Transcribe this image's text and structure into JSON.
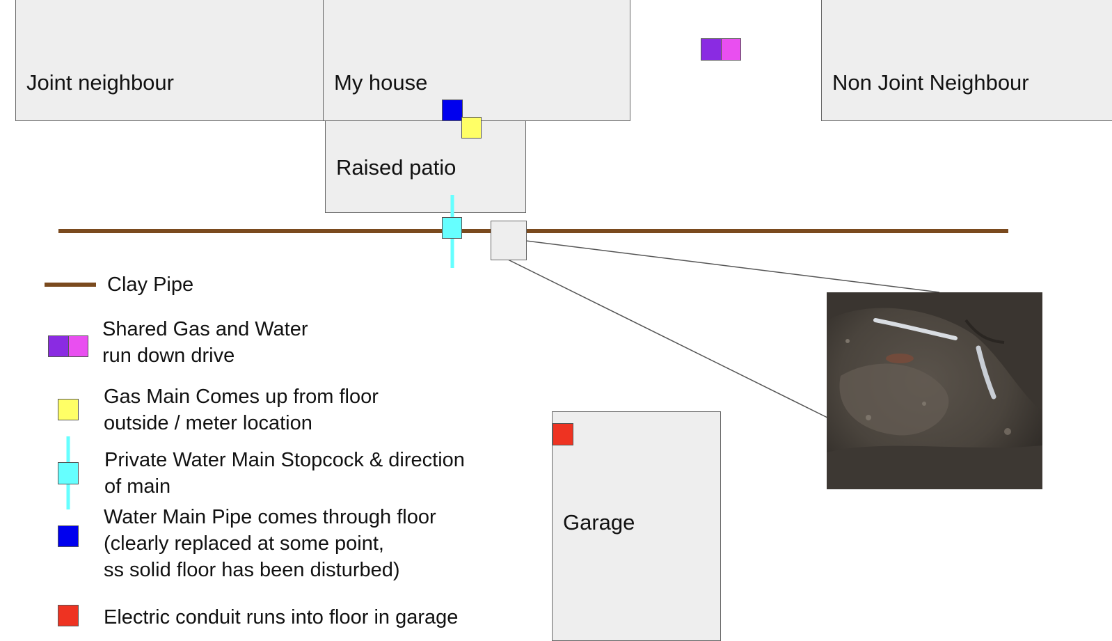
{
  "buildings": {
    "joint_neighbour": "Joint neighbour",
    "my_house": "My house",
    "non_joint_neighbour": "Non Joint Neighbour",
    "raised_patio": "Raised patio",
    "garage": "Garage"
  },
  "legend": {
    "clay_pipe": "Clay Pipe",
    "shared_gas_water": [
      "Shared Gas and Water",
      "run down drive"
    ],
    "gas_main": [
      "Gas Main Comes up from floor",
      "outside / meter location"
    ],
    "stopcock": [
      "Private Water Main Stopcock & direction",
      "of main"
    ],
    "water_main_pipe": [
      "Water Main Pipe comes through floor",
      "(clearly replaced at some point,",
      "ss solid floor has been disturbed)"
    ],
    "electric_conduit": "Electric conduit runs into floor in garage"
  },
  "colors": {
    "building_fill": "#eeeeee",
    "building_border": "#666666",
    "clay_pipe": "#7a4a1e",
    "gas_purple": "#8a2be2",
    "water_magenta": "#e94ff0",
    "gas_main_yellow": "#ffff66",
    "stopcock_cyan": "#66ffff",
    "water_main_blue": "#0000ee",
    "electric_red": "#ee3322"
  }
}
